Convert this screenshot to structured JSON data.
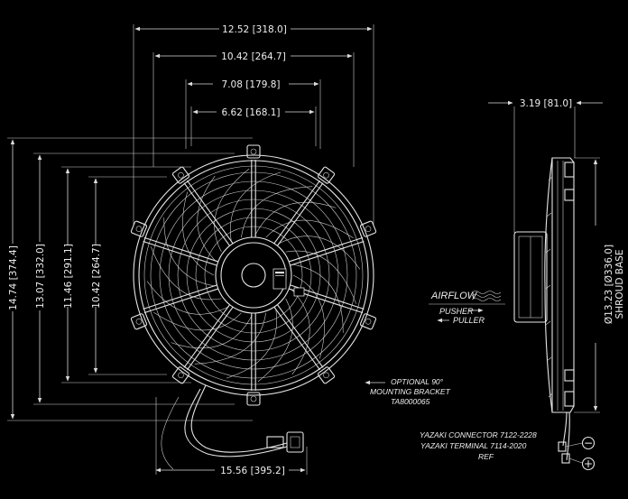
{
  "dimensions": {
    "width_overall": "12.52 [318.0]",
    "mount_span_outer": "10.42 [264.7]",
    "mount_span_mid": "7.08 [179.8]",
    "mount_span_inner": "6.62 [168.1]",
    "height_overall": "14.74 [374.4]",
    "height_shroud": "13.07 [332.0]",
    "height_mount_outer": "11.46 [291.1]",
    "height_mount_inner": "10.42 [264.7]",
    "lead_length": "15.56 [395.2]",
    "depth": "3.19 [81.0]",
    "shroud_base": "Ø13.23 [Ø336.0]",
    "shroud_base_label": "SHROUD BASE"
  },
  "airflow": {
    "label": "AIRFLOW",
    "pusher": "PUSHER",
    "puller": "PULLER"
  },
  "notes": {
    "bracket_line1": "OPTIONAL 90°",
    "bracket_line2": "MOUNTING BRACKET",
    "bracket_line3": "TA8000065",
    "connector_line1": "YAZAKI CONNECTOR 7122-2228",
    "connector_line2": "YAZAKI TERMINAL 7114-2020",
    "connector_line3": "REF"
  },
  "polarity": {
    "negative": "−",
    "positive": "+"
  }
}
